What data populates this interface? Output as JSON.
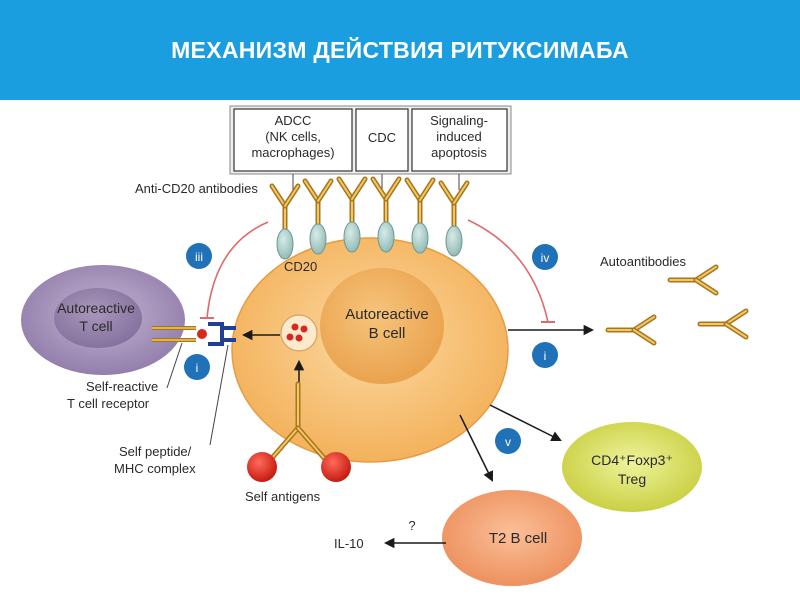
{
  "title": "МЕХАНИЗМ ДЕЙСТВИЯ РИТУКСИМАБА",
  "boxes": {
    "adcc": [
      "ADCC",
      "(NK cells,",
      "macrophages)"
    ],
    "cdc": [
      "CDC"
    ],
    "apoptosis": [
      "Signaling-",
      "induced",
      "apoptosis"
    ]
  },
  "labels": {
    "anti_cd20": "Anti-CD20 antibodies",
    "cd20": "CD20",
    "b_cell": [
      "Autoreactive",
      "B cell"
    ],
    "t_cell": [
      "Autoreactive",
      "T cell"
    ],
    "autoantibodies": "Autoantibodies",
    "tcr": [
      "Self-reactive",
      "T cell receptor"
    ],
    "mhc": [
      "Self peptide/",
      "MHC complex"
    ],
    "self_antigens": "Self antigens",
    "treg": [
      "CD4⁺Foxp3⁺",
      "Treg"
    ],
    "t2": "T2 B cell",
    "il10": "IL-10",
    "question": "?"
  },
  "markers": {
    "iii": "iii",
    "iv": "iv",
    "i_left": "i",
    "i_right": "i",
    "v": "v"
  },
  "colors": {
    "header_bg": "#1a9ee0",
    "b_cell": "#f5b862",
    "marker": "#1f72b8",
    "antibody": "#d9a23a",
    "inhibit_line": "#e06a6a"
  }
}
